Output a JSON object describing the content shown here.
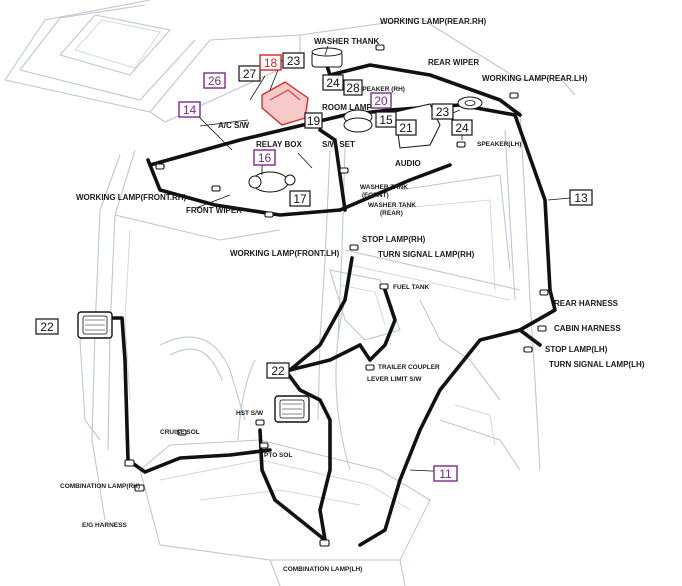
{
  "labels": {
    "working_lamp_rear_rh": "WORKING LAMP(REAR.RH)",
    "washer_thank": "WASHER THANK",
    "rear_wiper": "REAR WIPER",
    "working_lamp_rear_lh": "WORKING LAMP(REAR.LH)",
    "speaker_rh": "SPEAKER (RH)",
    "room_lamp": "ROOM LAMP",
    "ac_sw": "A/C S/W",
    "relay_box": "RELAY BOX",
    "sw_set": "S/W SET",
    "audio": "AUDIO",
    "speaker_lh": "SPEAKER(LH)",
    "working_lamp_front_rh": "WORKING LAMP(FRONT.RH)",
    "front_wiper": "FRONT WIPER",
    "washer_tank_fornt": "WASHER TANK\n(FORNT)",
    "washer_tank_rear": "WASHER TANK\n(REAR)",
    "stop_lamp_rh": "STOP LAMP(RH)",
    "working_lamp_front_lh": "WORKING LAMP(FRONT.LH)",
    "turn_signal_lamp_rh": "TURN SIGNAL LAMP(RH)",
    "fuel_tank": "FUEL TANK",
    "rear_harness": "REAR HARNESS",
    "cabin_harness": "CABIN HARNESS",
    "stop_lamp_lh": "STOP LAMP(LH)",
    "turn_signal_lamp_lh": "TURN SIGNAL LAMP(LH)",
    "trailer_coupler": "TRAILER COUPLER",
    "lever_limit_sw": "LEVER LIMIT S/W",
    "hst_sw": "HST S/W",
    "cruise_sol": "CRUISE SOL",
    "pto_sol": "PTO SOL",
    "combination_lamp_rh": "COMBINATION LAMP(RH)",
    "eg_harness": "E/G HARNESS",
    "combination_lamp_lh": "COMBINATION LAMP(LH)"
  },
  "callouts": {
    "n11": "11",
    "n13": "13",
    "n14": "14",
    "n15": "15",
    "n16": "16",
    "n17": "17",
    "n18": "18",
    "n19": "19",
    "n20": "20",
    "n21": "21",
    "n22_left": "22",
    "n22_center": "22",
    "n23_top": "23",
    "n23_right": "23",
    "n24_center": "24",
    "n24_right": "24",
    "n26": "26",
    "n27": "27",
    "n28": "28"
  },
  "colors": {
    "harness": "#111111",
    "cabin_outline": "#bfc6cf",
    "highlight_red": "#e02020",
    "callout_purple": "#7a2b86"
  }
}
